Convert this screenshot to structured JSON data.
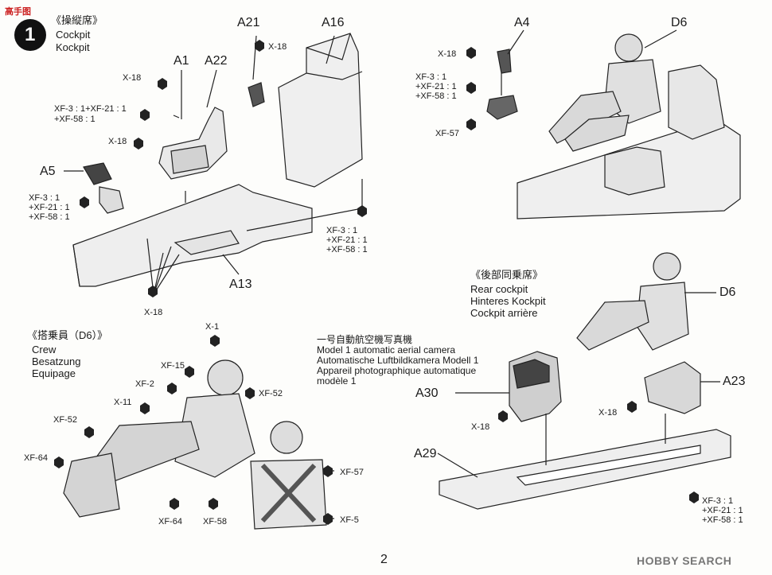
{
  "watermark": "高手图",
  "step": {
    "number": "1",
    "title_jp": "《操縦席》",
    "title_en": "Cockpit",
    "title_de": "Kockpit"
  },
  "parts": {
    "A1": "A1",
    "A22": "A22",
    "A21": "A21",
    "A16": "A16",
    "A5": "A5",
    "A13": "A13",
    "A4": "A4",
    "D6_top": "D6",
    "D6_rear": "D6",
    "A23": "A23",
    "A30": "A30",
    "A29": "A29"
  },
  "paints": {
    "x18": "X-18",
    "xf3_xf21": "XF-3 : 1+XF-21 : 1",
    "xf58": "+XF-58 : 1",
    "xf3": "XF-3 : 1",
    "xf21": "+XF-21 : 1",
    "xf58b": "+XF-58 : 1",
    "xf57": "XF-57",
    "x1": "X-1",
    "xf15": "XF-15",
    "xf2": "XF-2",
    "x11": "X-11",
    "xf52": "XF-52",
    "xf64": "XF-64",
    "xf58c": "XF-58",
    "xf5": "XF-5"
  },
  "crew": {
    "title_jp": "《搭乗員（D6）》",
    "line1": "Crew",
    "line2": "Besatzung",
    "line3": "Equipage"
  },
  "rear": {
    "title_jp": "《後部同乗席》",
    "line1": "Rear cockpit",
    "line2": "Hinteres Kockpit",
    "line3": "Cockpit arrière"
  },
  "camera": {
    "jp": "一号自動航空機写真機",
    "en": "Model 1 automatic aerial camera",
    "de": "Automatische Luftbildkamera Modell 1",
    "fr1": "Appareil  photographique  automatique",
    "fr2": "modèle 1"
  },
  "page_number": "2",
  "logo": "HOBBY SEARCH"
}
